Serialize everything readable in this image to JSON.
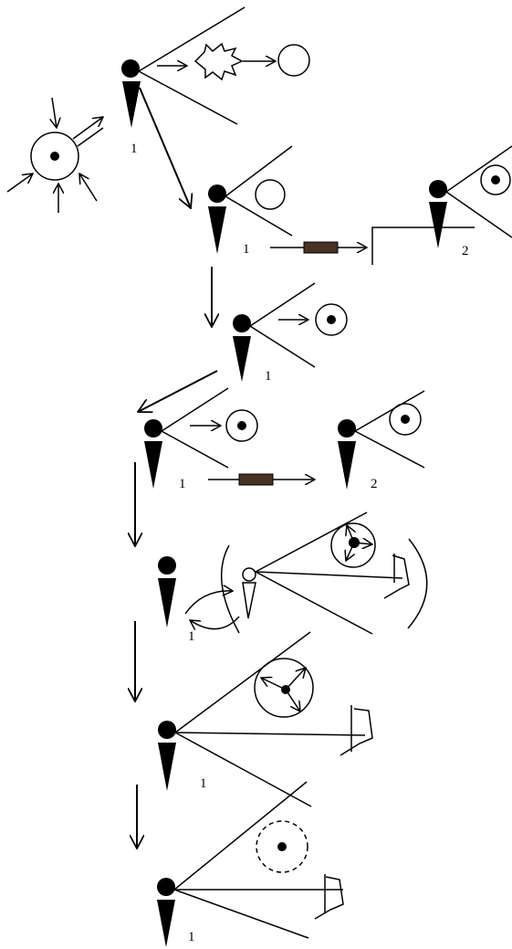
{
  "diagram": {
    "labels": {
      "obs1_a": "1",
      "obs1_b": "1",
      "obs2_b": "2",
      "obs1_c": "1",
      "obs1_d": "1",
      "obs2_d": "2",
      "obs1_e": "1",
      "obs1_f": "1",
      "obs1_g": "1"
    },
    "colors": {
      "ink": "#000000",
      "transmitter": "#4a3222"
    },
    "icons": [
      "observer-icon",
      "light-particle-icon",
      "explosion-icon",
      "transmitter-icon",
      "mirror-icon",
      "flow-arrow-icon"
    ]
  }
}
